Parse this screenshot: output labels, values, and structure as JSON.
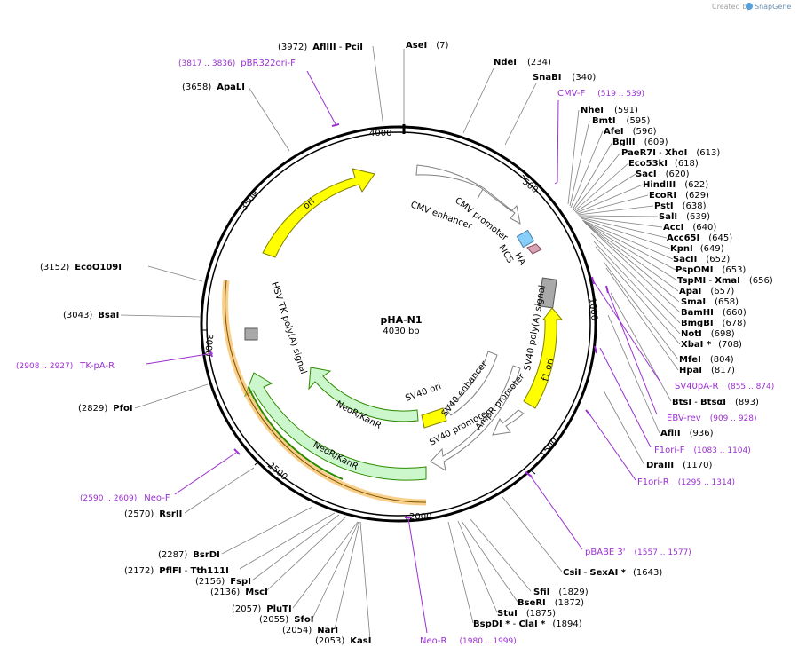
{
  "credit_prefix": "Created by",
  "credit_brand": "SnapGene",
  "title": "pHA-N1",
  "length": "4030 bp",
  "ruler": [
    "500",
    "1000",
    "1500",
    "2000",
    "2500",
    "3000",
    "3500",
    "4000"
  ],
  "features": {
    "cmv_enhancer": "CMV enhancer",
    "cmv_promoter": "CMV promoter",
    "ha": "HA",
    "mcs": "MCS",
    "sv40_polya": "SV40 poly(A) signal",
    "f1_ori": "f1 ori",
    "ampr_promoter": "AmpR promoter",
    "sv40_promoter": "SV40 promoter",
    "sv40_enhancer": "SV40 enhancer",
    "sv40_ori": "SV40 ori",
    "neor_inner": "NeoR/KanR",
    "neor_outer": "NeoR/KanR",
    "hsv_polya": "HSV TK poly(A) signal",
    "ori": "ori"
  },
  "sites": [
    {
      "pos": "(3972)",
      "name": "AflIII",
      "sep": " - ",
      "name2": "PciI"
    },
    {
      "pos": "(7)",
      "name": "AseI"
    },
    {
      "pos": "(234)",
      "name": "NdeI"
    },
    {
      "pos": "(340)",
      "name": "SnaBI"
    },
    {
      "pos": "(591)",
      "name": "NheI"
    },
    {
      "pos": "(595)",
      "name": "BmtI"
    },
    {
      "pos": "(596)",
      "name": "AfeI"
    },
    {
      "pos": "(609)",
      "name": "BglII"
    },
    {
      "pos": "(613)",
      "name": "PaeR7I",
      "sep": " - ",
      "name2": "XhoI"
    },
    {
      "pos": "(618)",
      "name": "Eco53kI"
    },
    {
      "pos": "(620)",
      "name": "SacI"
    },
    {
      "pos": "(622)",
      "name": "HindIII"
    },
    {
      "pos": "(629)",
      "name": "EcoRI"
    },
    {
      "pos": "(638)",
      "name": "PstI"
    },
    {
      "pos": "(639)",
      "name": "SalI"
    },
    {
      "pos": "(640)",
      "name": "AccI"
    },
    {
      "pos": "(645)",
      "name": "Acc65I"
    },
    {
      "pos": "(649)",
      "name": "KpnI"
    },
    {
      "pos": "(652)",
      "name": "SacII"
    },
    {
      "pos": "(653)",
      "name": "PspOMI"
    },
    {
      "pos": "(656)",
      "name": "TspMI",
      "sep": " - ",
      "name2": "XmaI"
    },
    {
      "pos": "(657)",
      "name": "ApaI"
    },
    {
      "pos": "(658)",
      "name": "SmaI"
    },
    {
      "pos": "(660)",
      "name": "BamHI"
    },
    {
      "pos": "(678)",
      "name": "BmgBI"
    },
    {
      "pos": "(698)",
      "name": "NotI"
    },
    {
      "pos": "(708)",
      "name": "XbaI *"
    },
    {
      "pos": "(804)",
      "name": "MfeI"
    },
    {
      "pos": "(817)",
      "name": "HpaI"
    },
    {
      "pos": "(893)",
      "name": "BtsI",
      "sep": " - ",
      "name2": "BtsαI"
    },
    {
      "pos": "(936)",
      "name": "AflII"
    },
    {
      "pos": "(1170)",
      "name": "DraIII"
    },
    {
      "pos": "(1643)",
      "name": "CsiI",
      "sep": " - ",
      "name2": "SexAI *"
    },
    {
      "pos": "(1829)",
      "name": "SfiI"
    },
    {
      "pos": "(1872)",
      "name": "BseRI"
    },
    {
      "pos": "(1875)",
      "name": "StuI"
    },
    {
      "pos": "(1894)",
      "name": "BspDI *",
      "sep": " - ",
      "name2": "ClaI *"
    },
    {
      "pos": "(2053)",
      "name": "KasI"
    },
    {
      "pos": "(2054)",
      "name": "NarI"
    },
    {
      "pos": "(2055)",
      "name": "SfoI"
    },
    {
      "pos": "(2057)",
      "name": "PluTI"
    },
    {
      "pos": "(2136)",
      "name": "MscI"
    },
    {
      "pos": "(2156)",
      "name": "FspI"
    },
    {
      "pos": "(2172)",
      "name": "PflFI",
      "sep": " - ",
      "name2": "Tth111I"
    },
    {
      "pos": "(2287)",
      "name": "BsrDI"
    },
    {
      "pos": "(2570)",
      "name": "RsrII"
    },
    {
      "pos": "(2829)",
      "name": "PfoI"
    },
    {
      "pos": "(3043)",
      "name": "BsaI"
    },
    {
      "pos": "(3152)",
      "name": "EcoO109I"
    },
    {
      "pos": "(3658)",
      "name": "ApaLI"
    }
  ],
  "primers": [
    {
      "name": "pBR322ori-F",
      "range": "(3817 .. 3836)"
    },
    {
      "name": "CMV-F",
      "range": "(519 .. 539)"
    },
    {
      "name": "SV40pA-R",
      "range": "(855 .. 874)"
    },
    {
      "name": "EBV-rev",
      "range": "(909 .. 928)"
    },
    {
      "name": "F1ori-F",
      "range": "(1083 .. 1104)"
    },
    {
      "name": "F1ori-R",
      "range": "(1295 .. 1314)"
    },
    {
      "name": "pBABE 3'",
      "range": "(1557 .. 1577)"
    },
    {
      "name": "Neo-R",
      "range": "(1980 .. 1999)"
    },
    {
      "name": "Neo-F",
      "range": "(2590 .. 2609)"
    },
    {
      "name": "TK-pA-R",
      "range": "(2908 .. 2927)"
    }
  ],
  "colors": {
    "backbone": "#000000",
    "ori": "#ffff00",
    "neor": "#ccf7cc",
    "ha": "#87cefa",
    "mcs": "#d9a3b5",
    "primer": "#9b30d0",
    "orf": "#f5b03d",
    "orf_inner": "#2e8b00",
    "polya": "#a9a9a9"
  }
}
